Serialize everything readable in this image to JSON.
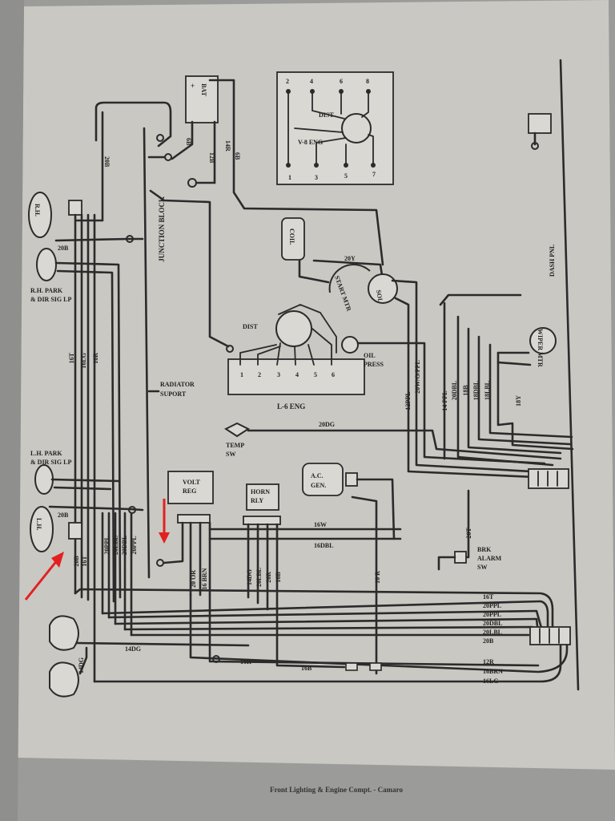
{
  "caption": "Front Lighting & Engine Compt. - Camaro",
  "labels": {
    "bat": "BAT",
    "dist_v8": "DIST",
    "v8_eng": "V-8 ENG",
    "v8_pins_top": [
      "2",
      "4",
      "6",
      "8"
    ],
    "v8_pins_bottom": [
      "1",
      "3",
      "5",
      "7"
    ],
    "junction_block": "JUNCTION BLOCK",
    "coil": "COIL",
    "start_mtr": "START MTR",
    "sol": "SOL",
    "dash_pnl": "DASH PNL",
    "wiper_mtr": "WIPER MTR",
    "rh_park_1": "R.H. PARK",
    "rh_park_2": "& DIR SIG LP",
    "dist_l6": "DIST",
    "l6_pins": [
      "1",
      "2",
      "3",
      "4",
      "5",
      "6"
    ],
    "l6_eng": "L-6 ENG",
    "oil_press_1": "OIL",
    "oil_press_2": "PRESS",
    "radiator_1": "RADIATOR",
    "radiator_2": "SUPORT",
    "temp_1": "TEMP",
    "temp_2": "SW",
    "lh_park_1": "L.H. PARK",
    "lh_park_2": "& DIR SIG LP",
    "volt_reg_1": "VOLT",
    "volt_reg_2": "REG",
    "horn_rly_1": "HORN",
    "horn_rly_2": "RLY",
    "ac_gen_1": "A.C.",
    "ac_gen_2": "GEN.",
    "brk_alarm_1": "BRK",
    "brk_alarm_2": "ALARM",
    "brk_alarm_3": "SW"
  },
  "wires": {
    "w20b_top": "20B",
    "w12b": "12B",
    "w14r": "14R",
    "w6b_a": "6B",
    "w6b_b": "6B",
    "w20b_mid": "20B",
    "w20y": "20Y",
    "w16t": "16T",
    "w16lg": "16LG",
    "w10r_left": "10R",
    "w12ppl": "12PPL",
    "w20wppl": "20W/O/PPL",
    "w14ppl": "14 PPL",
    "w20dbl": "20DBL",
    "w18b": "18B",
    "w18dbl": "18DBL",
    "w18lbl": "18LBL",
    "w18y": "18Y",
    "w20dg": "20DG",
    "w20b_low": "20B",
    "w20t": "20T",
    "w16w": "16W",
    "w16dbl": "16DBL",
    "w20b_v": "20B",
    "w16t_v": "16T",
    "w20ppl_v": "20PPL",
    "w20lbl_v": "20LBL",
    "w20dbl_v": "20DBL",
    "w20ppl_v2": "20PPL",
    "w20or": "20 OR",
    "w16brn": "16 BRN",
    "w14dg_v": "14DG",
    "w20lbl_h": "20LBL",
    "w20r": "20R",
    "w16b_v": "16B",
    "w10r_v": "10 R",
    "w14dg_h": "14DG",
    "w14dg_small": "14DG",
    "w10r_h": "10R",
    "w16b_h": "16B",
    "bundle_right": [
      "16T",
      "20PPL",
      "20PPL",
      "20DBL",
      "20LBL",
      "20B"
    ],
    "bundle_bottom": [
      "12R",
      "16BRN",
      "16LG"
    ]
  }
}
